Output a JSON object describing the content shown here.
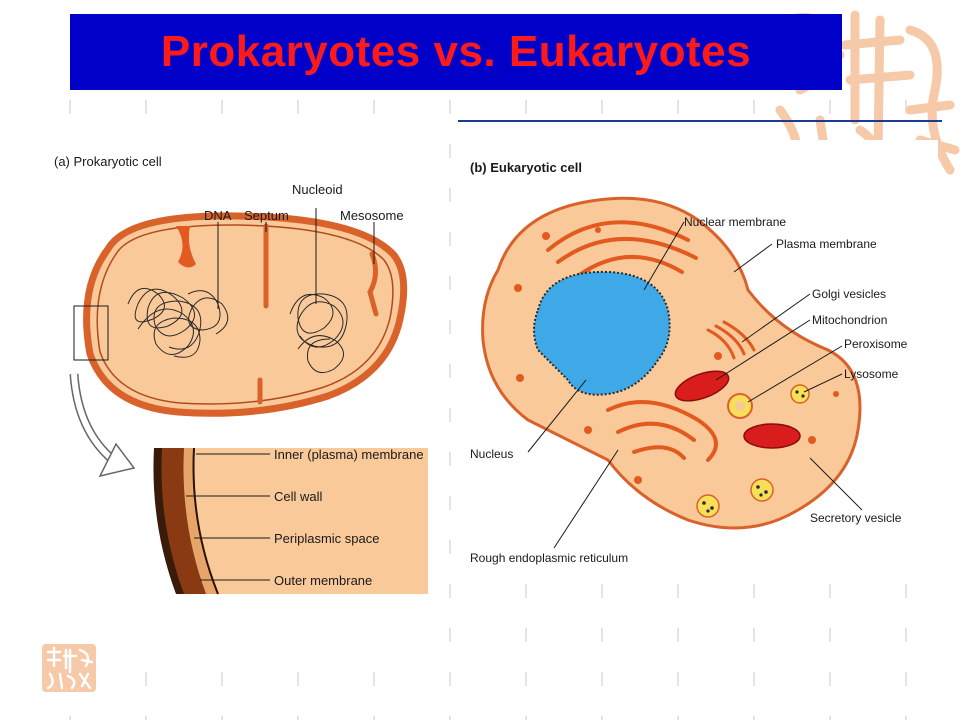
{
  "title": "Prokaryotes vs. Eukaryotes",
  "colors": {
    "title_bar": "#0000c8",
    "title_text": "#ff1a1a",
    "cytoplasm": "#f9c99a",
    "membrane": "#d9622b",
    "nucleus": "#3fa9e8",
    "organelle": "#e35a20",
    "mitochondrion": "#d91c1c",
    "lysosome": "#f7df5a",
    "seal": "#f6c9a8"
  },
  "prokaryotic": {
    "panel_label": "(a) Prokaryotic cell",
    "labels": {
      "dna": "DNA",
      "septum": "Septum",
      "nucleoid": "Nucleoid",
      "mesosome": "Mesosome",
      "inner_membrane": "Inner (plasma) membrane",
      "cell_wall": "Cell wall",
      "periplasmic_space": "Periplasmic space",
      "outer_membrane": "Outer membrane"
    }
  },
  "eukaryotic": {
    "panel_label": "(b) Eukaryotic cell",
    "labels": {
      "nuclear_membrane": "Nuclear membrane",
      "plasma_membrane": "Plasma membrane",
      "golgi_vesicles": "Golgi vesicles",
      "mitochondrion": "Mitochondrion",
      "peroxisome": "Peroxisome",
      "lysosome": "Lysosome",
      "nucleus": "Nucleus",
      "secretory_vesicle": "Secretory vesicle",
      "rough_er": "Rough endoplasmic reticulum"
    }
  }
}
